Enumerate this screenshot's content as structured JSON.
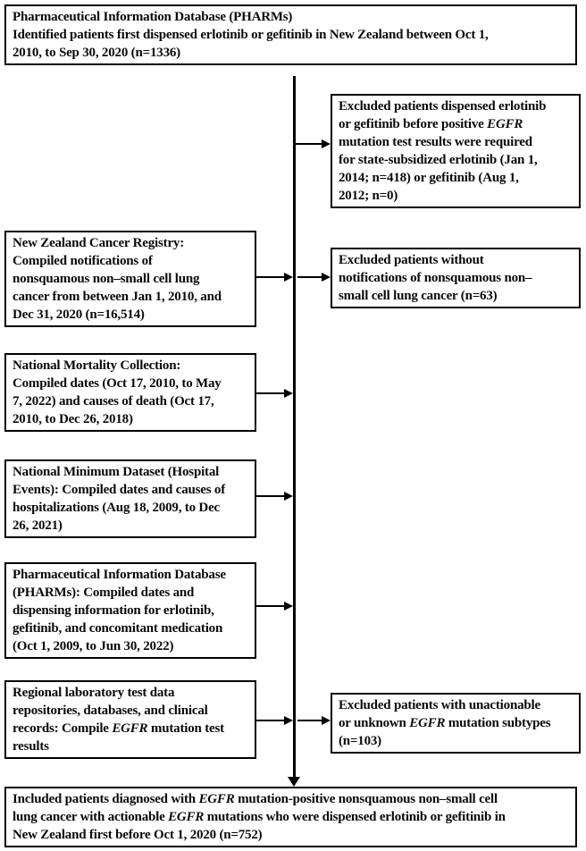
{
  "nodes": {
    "top": {
      "text": "Pharmaceutical Information Database (PHARMs)\nIdentified patients first dispensed erlotinib or gefitinib in New Zealand between Oct 1,\n2010, to Sep 30, 2020 (n=1336)"
    },
    "excluded_pre_subsidy": {
      "text": "Excluded patients dispensed erlotinib\nor gefitinib before positive *EGFR*\nmutation test results were required\nfor state-subsidized erlotinib (Jan 1,\n2014; n=418) or gefitinib (Aug 1,\n2012; n=0)"
    },
    "nz_cancer_registry": {
      "text": "New Zealand Cancer Registry:\nCompiled notifications of\nnonsquamous non–small cell lung\ncancer from between Jan 1, 2010, and\nDec 31, 2020 (n=16,514)"
    },
    "excluded_no_nonsquamous": {
      "text": "Excluded patients without\nnotifications of nonsquamous non–\nsmall cell lung cancer (n=63)"
    },
    "national_mortality_collection": {
      "text": "National Mortality Collection:\nCompiled dates (Oct 17, 2010, to May\n7, 2022) and causes of death (Oct 17,\n2010, to Dec 26, 2018)"
    },
    "national_minimum_dataset": {
      "text": "National Minimum Dataset (Hospital\nEvents): Compiled dates and causes of\nhospitalizations (Aug 18, 2009, to Dec\n26, 2021)"
    },
    "pharms_dispensing": {
      "text": "Pharmaceutical Information Database\n(PHARMs): Compiled dates and\ndispensing information for erlotinib,\ngefitinib, and concomitant medication\n(Oct 1, 2009, to Jun 30, 2022)"
    },
    "regional_lab_records": {
      "text": "Regional laboratory test data\nrepositories, databases, and clinical\nrecords: Compile *EGFR* mutation test\nresults"
    },
    "excluded_unactionable_egfr": {
      "text": "Excluded patients with unactionable\nor unknown *EGFR* mutation subtypes\n(n=103)"
    },
    "included_final": {
      "text": "Included patients diagnosed with *EGFR* mutation-positive nonsquamous non–small cell\nlung cancer with actionable *EGFR* mutations who were dispensed erlotinib or gefitinib in\nNew Zealand first before Oct 1, 2020 (n=752)"
    }
  },
  "colors": {
    "border": "#000000",
    "text": "#0a0a0a",
    "background": "#ffffff",
    "arrow": "#000000"
  }
}
